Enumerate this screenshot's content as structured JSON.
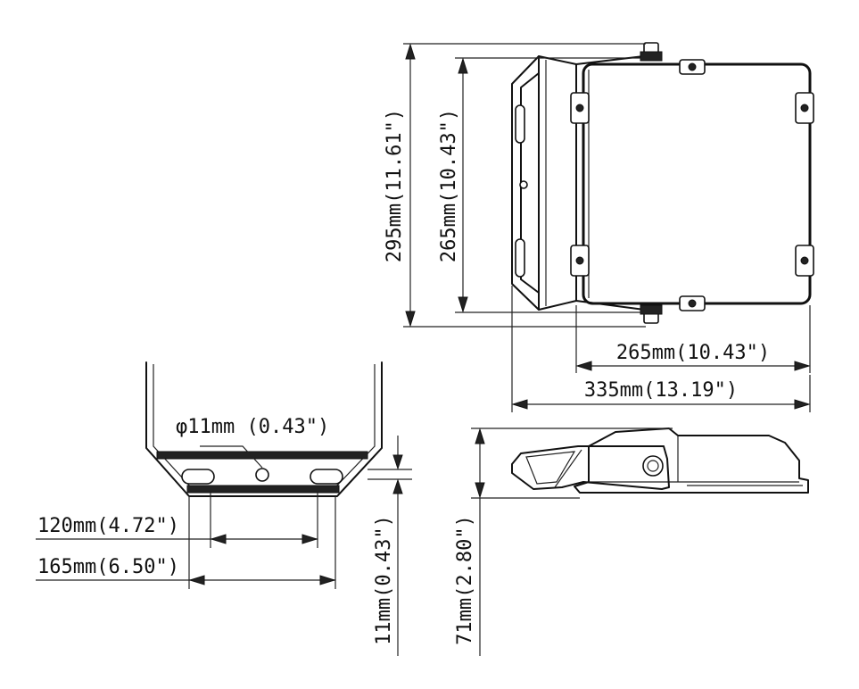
{
  "dimensions": {
    "front_height_overall": "295mm(11.61\")",
    "front_height_inner": "265mm(10.43\")",
    "front_width_inner": "265mm(10.43\")",
    "front_width_overall": "335mm(13.19\")",
    "bracket_hole": "φ11mm (0.43\")",
    "bracket_slot_spacing": "120mm(4.72\")",
    "bracket_outer_spacing": "165mm(6.50\")",
    "bracket_thickness": "11mm(0.43\")",
    "side_height": "71mm(2.80\")"
  },
  "colors": {
    "line": "#111111",
    "background": "#ffffff"
  }
}
